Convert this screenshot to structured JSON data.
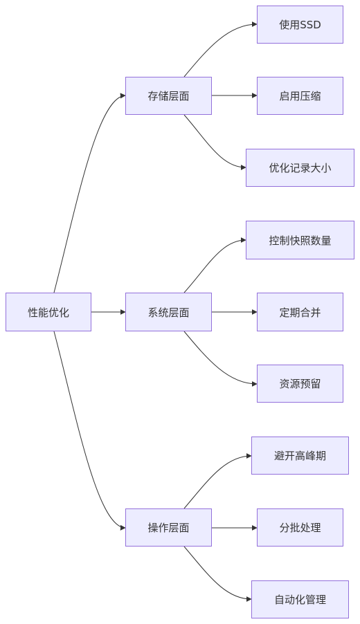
{
  "diagram": {
    "type": "flowchart-left-right",
    "colors": {
      "node_fill": "#ECECFF",
      "node_border": "#9370DB",
      "edge": "#333333",
      "text": "#333333"
    },
    "root": {
      "label": "性能优化"
    },
    "branches": [
      {
        "label": "存储层面",
        "children": [
          {
            "label": "使用SSD"
          },
          {
            "label": "启用压缩"
          },
          {
            "label": "优化记录大小"
          }
        ]
      },
      {
        "label": "系统层面",
        "children": [
          {
            "label": "控制快照数量"
          },
          {
            "label": "定期合并"
          },
          {
            "label": "资源预留"
          }
        ]
      },
      {
        "label": "操作层面",
        "children": [
          {
            "label": "避开高峰期"
          },
          {
            "label": "分批处理"
          },
          {
            "label": "自动化管理"
          }
        ]
      }
    ]
  }
}
